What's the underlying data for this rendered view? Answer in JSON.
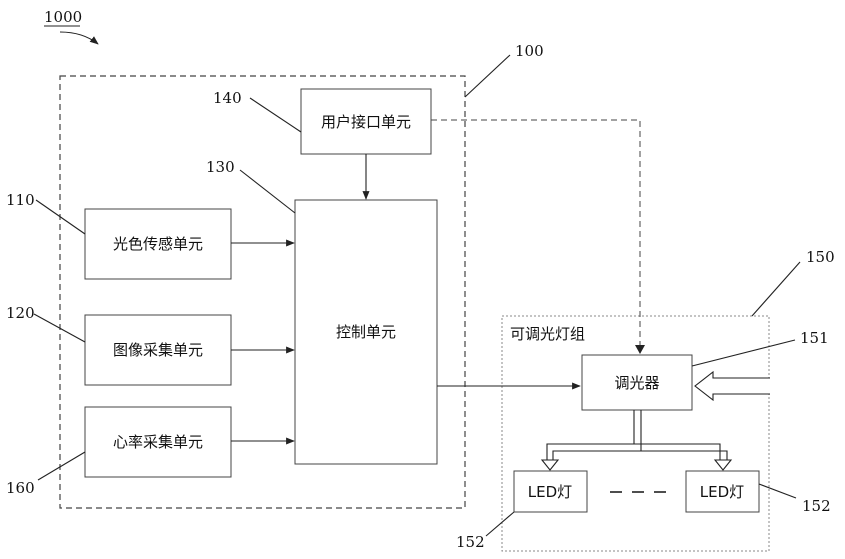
{
  "labels": {
    "system_ref": "1000",
    "module_ref": "100",
    "lamp_group_ref": "150",
    "ref_140": "140",
    "ref_130": "130",
    "ref_110": "110",
    "ref_120": "120",
    "ref_160": "160",
    "ref_151": "151",
    "ref_152_left": "152",
    "ref_152_right": "152"
  },
  "blocks": {
    "user_interface": "用户接口单元",
    "control": "控制单元",
    "light_color_sensor": "光色传感单元",
    "image_capture": "图像采集单元",
    "heart_rate_capture": "心率采集单元",
    "lamp_group_title": "可调光灯组",
    "dimmer": "调光器",
    "led_left": "LED灯",
    "led_right": "LED灯"
  },
  "colors": {
    "line": "#222222",
    "dashed_border": "#444444",
    "dotted_border": "#888888"
  }
}
